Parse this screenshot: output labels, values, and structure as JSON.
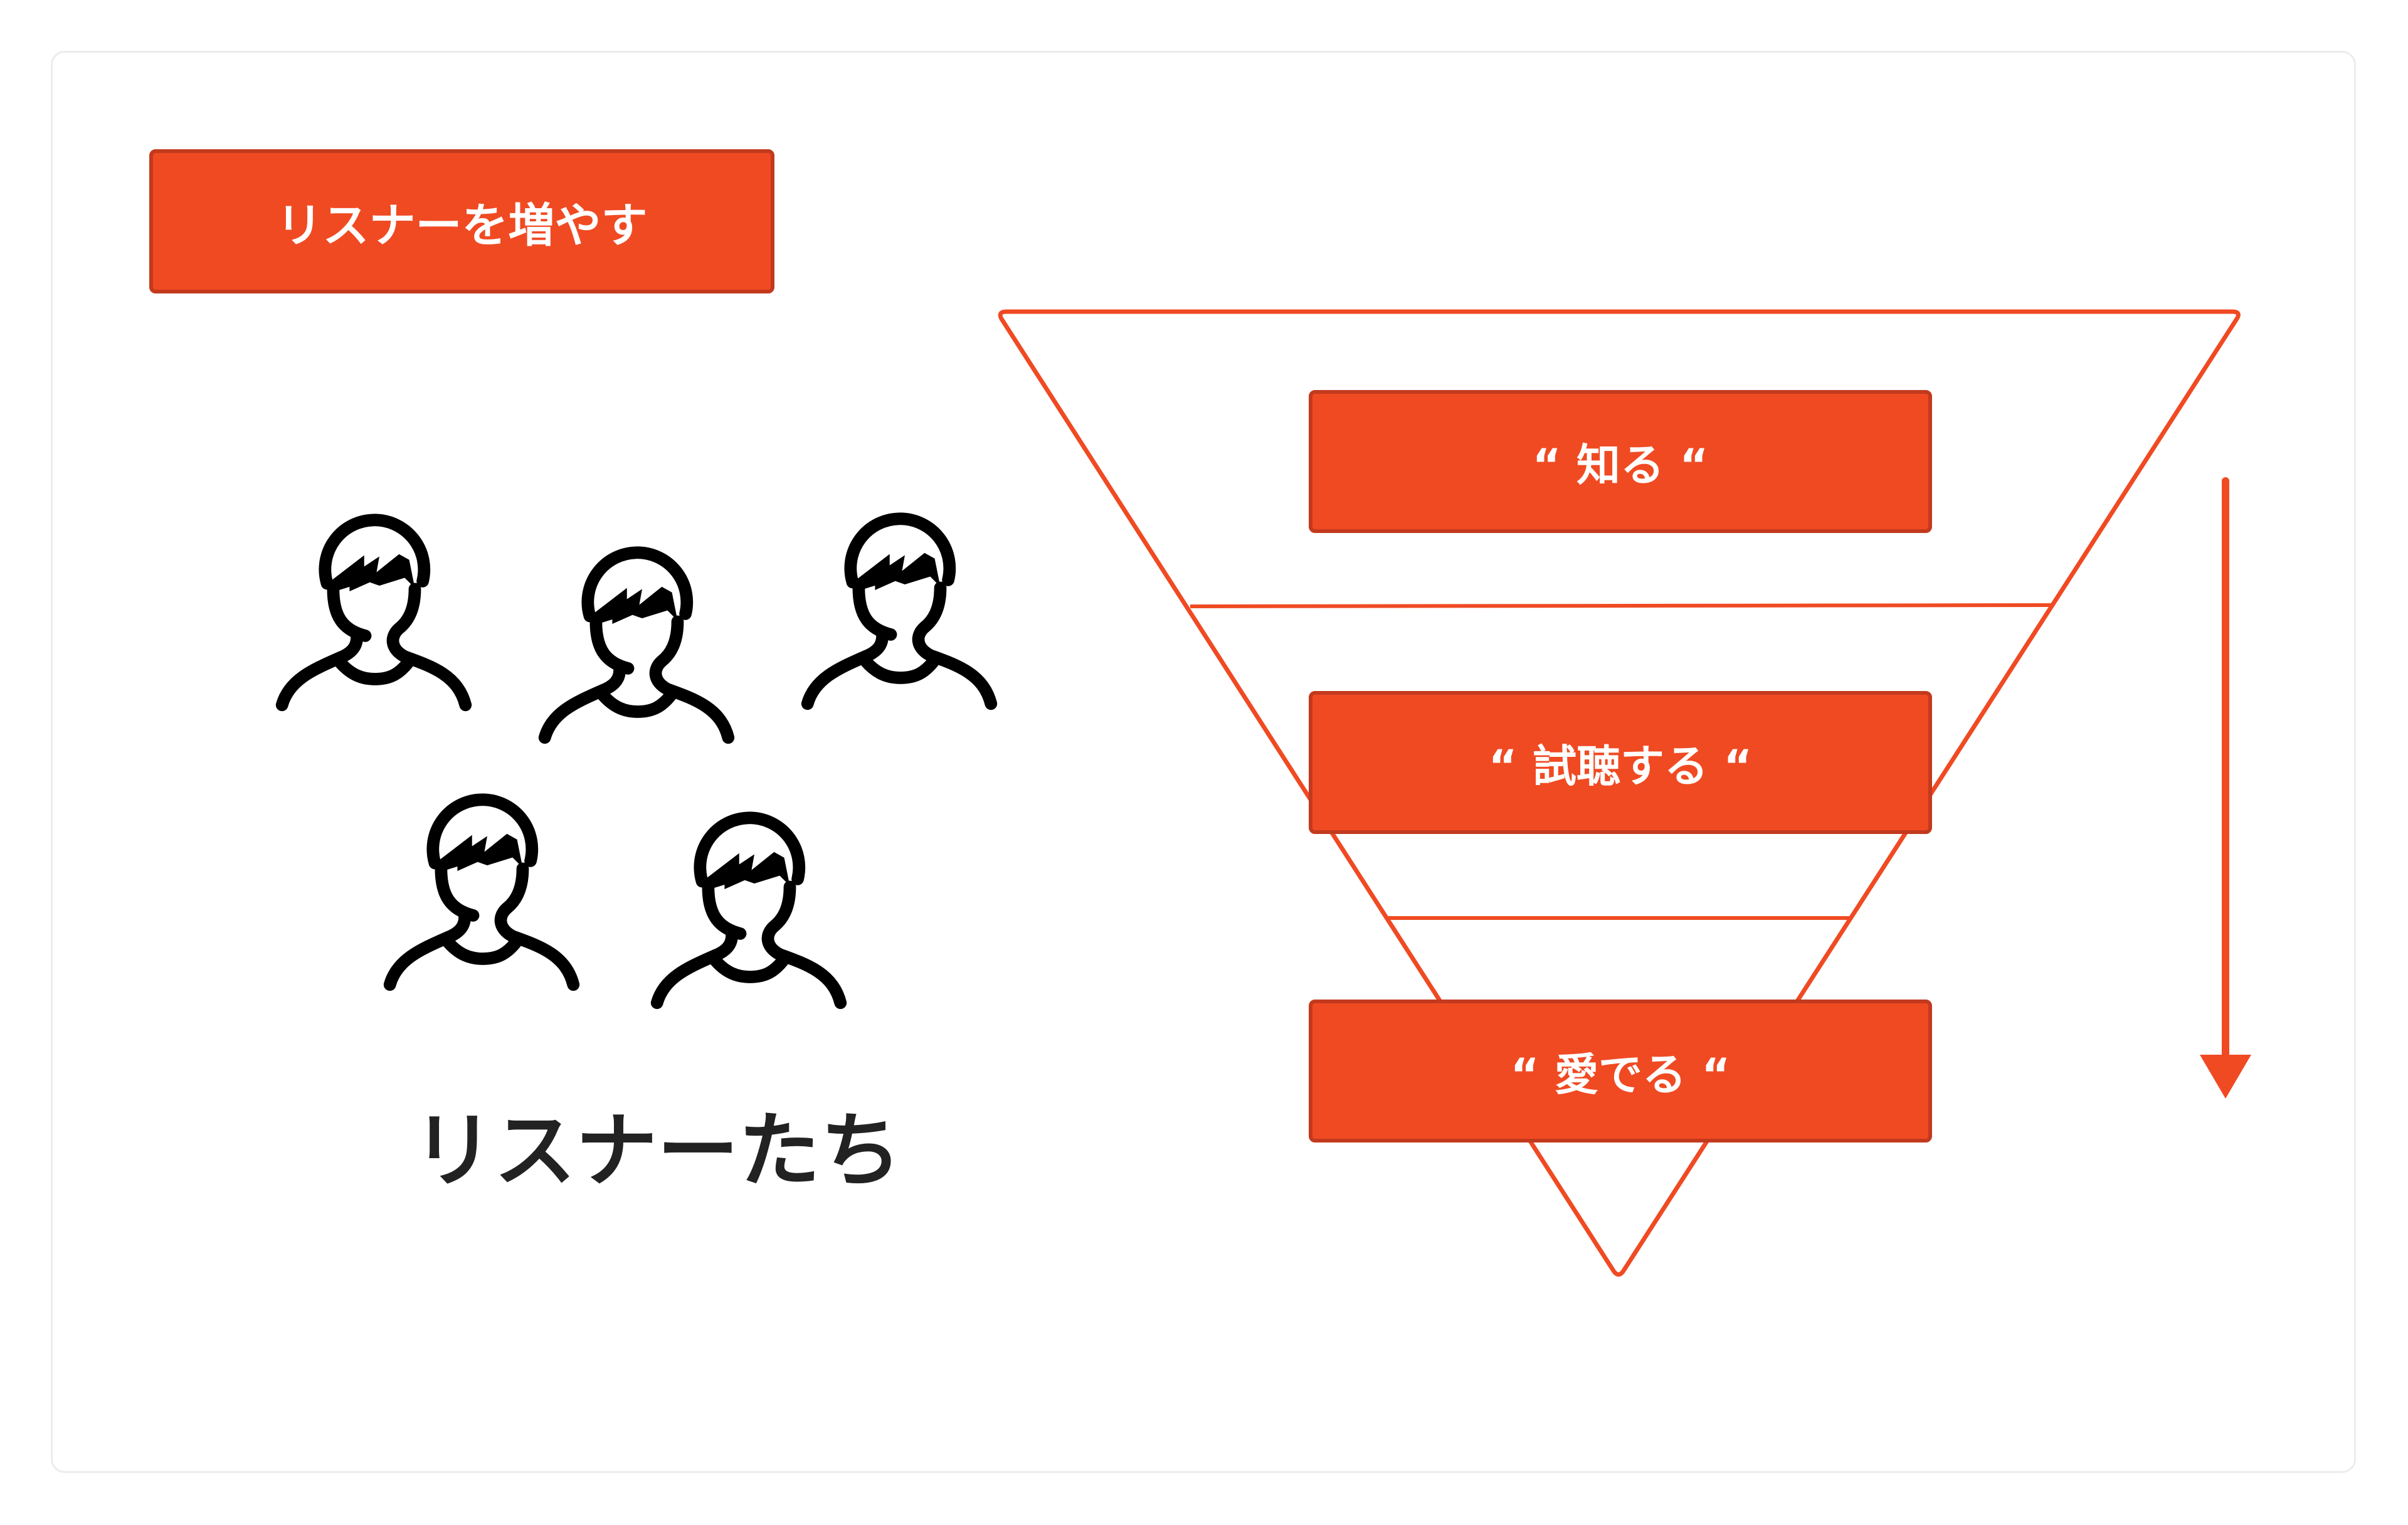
{
  "title": "リスナーを増やす",
  "group_label": "リスナーたち",
  "funnel": {
    "stages": [
      {
        "label": "“ 知る “"
      },
      {
        "label": "“ 試聴する “"
      },
      {
        "label": "“ 愛でる “"
      }
    ]
  },
  "colors": {
    "accent": "#F04A23",
    "accent_border": "#C23A1E",
    "icon": "#000000"
  },
  "icons": [
    "person-icon",
    "arrow-down-icon"
  ]
}
